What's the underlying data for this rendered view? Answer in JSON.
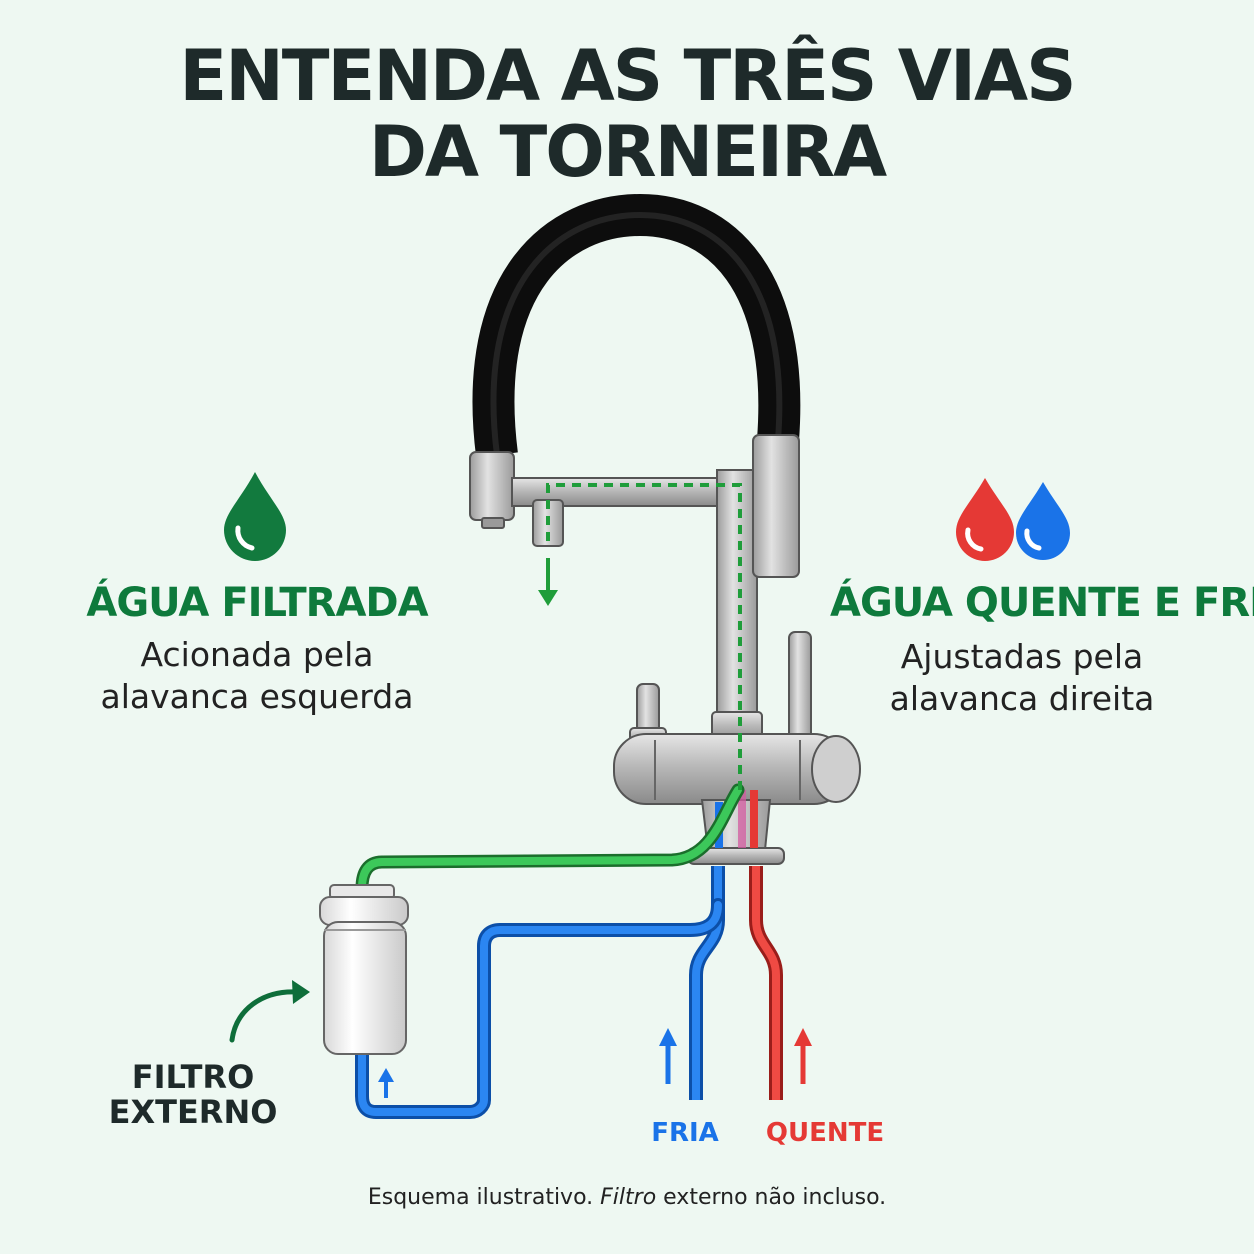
{
  "title": {
    "line1": "ENTENDA AS TRÊS VIAS",
    "line2": "DA TORNEIRA"
  },
  "left_panel": {
    "icon": "green-water-drop",
    "heading": "ÁGUA FILTRADA",
    "desc_line1": "Acionada pela",
    "desc_line2": "alavanca esquerda"
  },
  "right_panel": {
    "icons": [
      "red-water-drop",
      "blue-water-drop"
    ],
    "heading": "ÁGUA QUENTE E FRIA",
    "desc_line1": "Ajustadas pela",
    "desc_line2": "alavanca direita"
  },
  "labels": {
    "filter_line1": "FILTRO",
    "filter_line2": "EXTERNO",
    "cold": "FRIA",
    "hot": "QUENTE"
  },
  "footnote": {
    "part1": "Esquema ilustrativo. ",
    "part2": "Filtro",
    "part3": " externo não incluso."
  },
  "colors": {
    "filtered": "#1f9d3a",
    "filtered_text": "#0e7a3c",
    "cold": "#1a73e8",
    "hot": "#e53935",
    "title": "#1e2a2a",
    "background": "#eef8f2"
  }
}
